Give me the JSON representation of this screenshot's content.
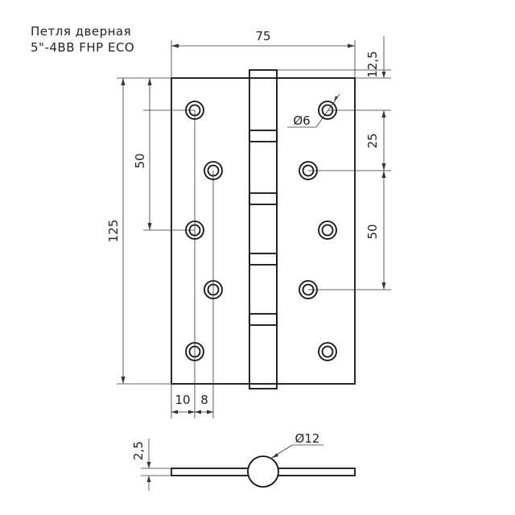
{
  "title": {
    "line1": "Петля  дверная",
    "line2": "5\"-4BB FHP ECO"
  },
  "dimensions": {
    "width": "75",
    "top_offset": "12,5",
    "hole_spacing_small": "25",
    "hole_spacing_right": "50",
    "hole_spacing_left": "50",
    "height": "125",
    "hole_diameter": "Ø6",
    "edge_offset_1": "10",
    "edge_offset_2": "8",
    "thickness": "2,5",
    "knuckle_diameter": "Ø12"
  }
}
